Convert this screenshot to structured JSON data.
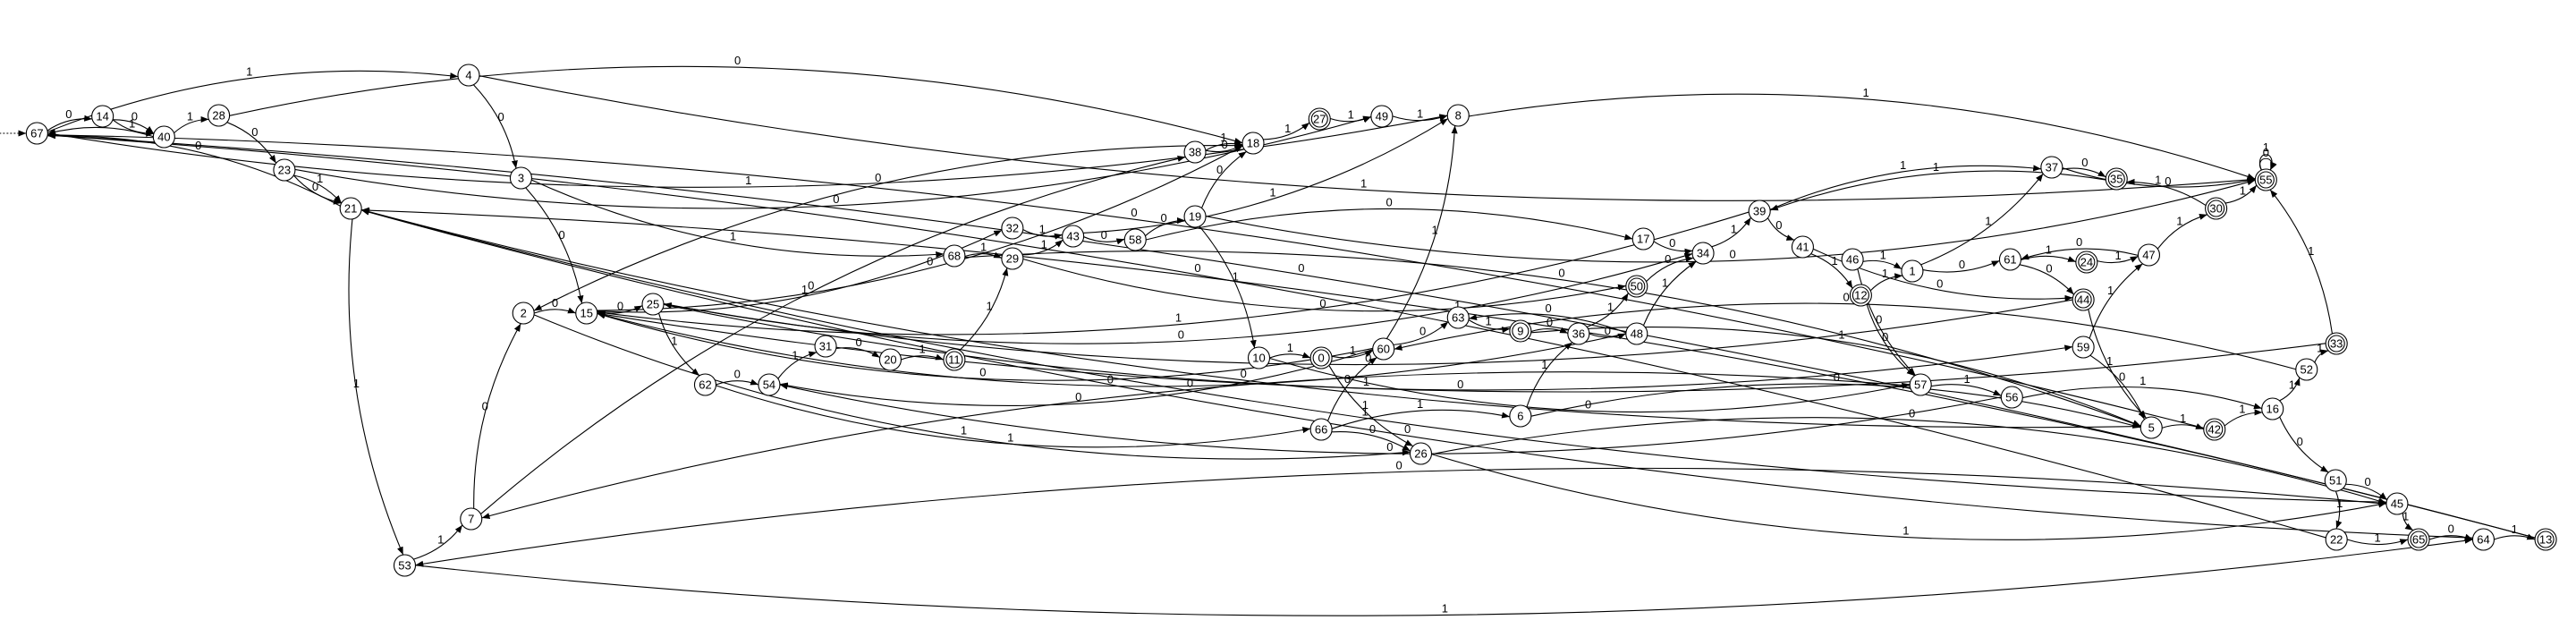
{
  "diagram": {
    "initial_state": "67",
    "accepting_states": [
      "55",
      "30",
      "35",
      "50",
      "12",
      "24",
      "44",
      "9",
      "0",
      "11",
      "27",
      "33",
      "42",
      "65",
      "13"
    ],
    "states": [
      {
        "id": "67"
      },
      {
        "id": "14"
      },
      {
        "id": "40"
      },
      {
        "id": "28"
      },
      {
        "id": "4"
      },
      {
        "id": "3"
      },
      {
        "id": "23"
      },
      {
        "id": "21"
      },
      {
        "id": "2"
      },
      {
        "id": "15"
      },
      {
        "id": "25"
      },
      {
        "id": "62"
      },
      {
        "id": "54"
      },
      {
        "id": "31"
      },
      {
        "id": "20"
      },
      {
        "id": "11"
      },
      {
        "id": "7"
      },
      {
        "id": "53"
      },
      {
        "id": "38"
      },
      {
        "id": "18"
      },
      {
        "id": "27"
      },
      {
        "id": "49"
      },
      {
        "id": "8"
      },
      {
        "id": "32"
      },
      {
        "id": "43"
      },
      {
        "id": "58"
      },
      {
        "id": "19"
      },
      {
        "id": "29"
      },
      {
        "id": "68"
      },
      {
        "id": "10"
      },
      {
        "id": "0"
      },
      {
        "id": "60"
      },
      {
        "id": "66"
      },
      {
        "id": "26"
      },
      {
        "id": "6"
      },
      {
        "id": "63"
      },
      {
        "id": "9"
      },
      {
        "id": "36"
      },
      {
        "id": "48"
      },
      {
        "id": "50"
      },
      {
        "id": "17"
      },
      {
        "id": "34"
      },
      {
        "id": "39"
      },
      {
        "id": "41"
      },
      {
        "id": "46"
      },
      {
        "id": "12"
      },
      {
        "id": "1"
      },
      {
        "id": "57"
      },
      {
        "id": "56"
      },
      {
        "id": "37"
      },
      {
        "id": "35"
      },
      {
        "id": "30"
      },
      {
        "id": "55"
      },
      {
        "id": "61"
      },
      {
        "id": "24"
      },
      {
        "id": "47"
      },
      {
        "id": "44"
      },
      {
        "id": "59"
      },
      {
        "id": "5"
      },
      {
        "id": "42"
      },
      {
        "id": "16"
      },
      {
        "id": "52"
      },
      {
        "id": "33"
      },
      {
        "id": "51"
      },
      {
        "id": "45"
      },
      {
        "id": "22"
      },
      {
        "id": "65"
      },
      {
        "id": "64"
      },
      {
        "id": "13"
      }
    ],
    "transitions": [
      {
        "from": "67",
        "to": "14",
        "label": "0"
      },
      {
        "from": "14",
        "to": "40",
        "label": "1"
      },
      {
        "from": "14",
        "to": "40",
        "label": "0"
      },
      {
        "from": "40",
        "to": "67",
        "label": "0"
      },
      {
        "from": "40",
        "to": "28",
        "label": "1"
      },
      {
        "from": "28",
        "to": "23",
        "label": "0"
      },
      {
        "from": "28",
        "to": "18",
        "label": "0"
      },
      {
        "from": "67",
        "to": "4",
        "label": "1"
      },
      {
        "from": "67",
        "to": "8",
        "label": "1"
      },
      {
        "from": "4",
        "to": "3",
        "label": "0"
      },
      {
        "from": "4",
        "to": "55",
        "label": "1"
      },
      {
        "from": "3",
        "to": "15",
        "label": "0"
      },
      {
        "from": "3",
        "to": "68",
        "label": "1"
      },
      {
        "from": "23",
        "to": "21",
        "label": "1"
      },
      {
        "from": "23",
        "to": "21",
        "label": "0"
      },
      {
        "from": "23",
        "to": "49",
        "label": "0"
      },
      {
        "from": "21",
        "to": "67",
        "label": "0"
      },
      {
        "from": "21",
        "to": "53",
        "label": "1"
      },
      {
        "from": "21",
        "to": "45",
        "label": "1"
      },
      {
        "from": "53",
        "to": "7",
        "label": "1"
      },
      {
        "from": "53",
        "to": "64",
        "label": "1"
      },
      {
        "from": "7",
        "to": "2",
        "label": "0"
      },
      {
        "from": "7",
        "to": "38",
        "label": "0"
      },
      {
        "from": "2",
        "to": "15",
        "label": "0"
      },
      {
        "from": "2",
        "to": "26",
        "label": "1"
      },
      {
        "from": "15",
        "to": "25",
        "label": "0"
      },
      {
        "from": "15",
        "to": "32",
        "label": "1"
      },
      {
        "from": "15",
        "to": "18",
        "label": "0"
      },
      {
        "from": "25",
        "to": "62",
        "label": "1"
      },
      {
        "from": "25",
        "to": "34",
        "label": "0"
      },
      {
        "from": "25",
        "to": "59",
        "label": "1"
      },
      {
        "from": "62",
        "to": "54",
        "label": "0"
      },
      {
        "from": "54",
        "to": "31",
        "label": "1"
      },
      {
        "from": "31",
        "to": "20",
        "label": "0"
      },
      {
        "from": "20",
        "to": "11",
        "label": "1"
      },
      {
        "from": "11",
        "to": "29",
        "label": "1"
      },
      {
        "from": "60",
        "to": "54",
        "label": "0"
      },
      {
        "from": "60",
        "to": "15",
        "label": "0"
      },
      {
        "from": "60",
        "to": "8",
        "label": "1"
      },
      {
        "from": "60",
        "to": "63",
        "label": "0"
      },
      {
        "from": "10",
        "to": "0",
        "label": "1"
      },
      {
        "from": "0",
        "to": "60",
        "label": "1"
      },
      {
        "from": "0",
        "to": "26",
        "label": "1"
      },
      {
        "from": "66",
        "to": "60",
        "label": "0"
      },
      {
        "from": "66",
        "to": "26",
        "label": "0"
      },
      {
        "from": "62",
        "to": "66",
        "label": "1"
      },
      {
        "from": "26",
        "to": "45",
        "label": "1"
      },
      {
        "from": "26",
        "to": "45",
        "label": "0"
      },
      {
        "from": "6",
        "to": "36",
        "label": "1"
      },
      {
        "from": "6",
        "to": "5",
        "label": "0"
      },
      {
        "from": "63",
        "to": "9",
        "label": "1"
      },
      {
        "from": "9",
        "to": "36",
        "label": "0"
      },
      {
        "from": "9",
        "to": "5",
        "label": "1"
      },
      {
        "from": "36",
        "to": "48",
        "label": "0"
      },
      {
        "from": "36",
        "to": "50",
        "label": "1"
      },
      {
        "from": "48",
        "to": "34",
        "label": "1"
      },
      {
        "from": "48",
        "to": "15",
        "label": "0"
      },
      {
        "from": "48",
        "to": "63",
        "label": "0"
      },
      {
        "from": "50",
        "to": "34",
        "label": "0"
      },
      {
        "from": "17",
        "to": "34",
        "label": "0"
      },
      {
        "from": "34",
        "to": "39",
        "label": "1"
      },
      {
        "from": "39",
        "to": "41",
        "label": "0"
      },
      {
        "from": "39",
        "to": "37",
        "label": "1"
      },
      {
        "from": "39",
        "to": "15",
        "label": "1"
      },
      {
        "from": "41",
        "to": "12",
        "label": "1"
      },
      {
        "from": "41",
        "to": "44",
        "label": "0"
      },
      {
        "from": "46",
        "to": "1",
        "label": "1"
      },
      {
        "from": "46",
        "to": "57",
        "label": "0"
      },
      {
        "from": "12",
        "to": "1",
        "label": "1"
      },
      {
        "from": "12",
        "to": "57",
        "label": "0"
      },
      {
        "from": "1",
        "to": "61",
        "label": "0"
      },
      {
        "from": "1",
        "to": "37",
        "label": "1"
      },
      {
        "from": "57",
        "to": "56",
        "label": "1"
      },
      {
        "from": "57",
        "to": "7",
        "label": "0"
      },
      {
        "from": "56",
        "to": "16",
        "label": "1"
      },
      {
        "from": "56",
        "to": "54",
        "label": "0"
      },
      {
        "from": "37",
        "to": "35",
        "label": "0"
      },
      {
        "from": "37",
        "to": "55",
        "label": "1"
      },
      {
        "from": "35",
        "to": "39",
        "label": "1"
      },
      {
        "from": "30",
        "to": "35",
        "label": "0"
      },
      {
        "from": "30",
        "to": "55",
        "label": "1"
      },
      {
        "from": "55",
        "to": "55",
        "label": "0"
      },
      {
        "from": "55",
        "to": "55",
        "label": "1"
      },
      {
        "from": "61",
        "to": "24",
        "label": "1"
      },
      {
        "from": "61",
        "to": "44",
        "label": "0"
      },
      {
        "from": "24",
        "to": "47",
        "label": "1"
      },
      {
        "from": "47",
        "to": "30",
        "label": "1"
      },
      {
        "from": "47",
        "to": "61",
        "label": "0"
      },
      {
        "from": "44",
        "to": "5",
        "label": "1"
      },
      {
        "from": "44",
        "to": "25",
        "label": "0"
      },
      {
        "from": "59",
        "to": "47",
        "label": "1"
      },
      {
        "from": "59",
        "to": "5",
        "label": "0"
      },
      {
        "from": "5",
        "to": "42",
        "label": "1"
      },
      {
        "from": "5",
        "to": "21",
        "label": "0"
      },
      {
        "from": "42",
        "to": "16",
        "label": "1"
      },
      {
        "from": "42",
        "to": "67",
        "label": "0"
      },
      {
        "from": "16",
        "to": "52",
        "label": "1"
      },
      {
        "from": "16",
        "to": "51",
        "label": "0"
      },
      {
        "from": "52",
        "to": "33",
        "label": "1"
      },
      {
        "from": "52",
        "to": "60",
        "label": "0"
      },
      {
        "from": "33",
        "to": "55",
        "label": "1"
      },
      {
        "from": "33",
        "to": "15",
        "label": "0"
      },
      {
        "from": "51",
        "to": "45",
        "label": "0"
      },
      {
        "from": "51",
        "to": "22",
        "label": "1"
      },
      {
        "from": "45",
        "to": "65",
        "label": "1"
      },
      {
        "from": "45",
        "to": "53",
        "label": "0"
      },
      {
        "from": "22",
        "to": "65",
        "label": "1"
      },
      {
        "from": "22",
        "to": "67",
        "label": "0"
      },
      {
        "from": "65",
        "to": "64",
        "label": "0"
      },
      {
        "from": "64",
        "to": "13",
        "label": "1"
      },
      {
        "from": "64",
        "to": "21",
        "label": "0"
      },
      {
        "from": "13",
        "to": "67",
        "label": "0"
      },
      {
        "from": "13",
        "to": "21",
        "label": "1"
      },
      {
        "from": "38",
        "to": "18",
        "label": "1"
      },
      {
        "from": "38",
        "to": "18",
        "label": "0"
      },
      {
        "from": "18",
        "to": "27",
        "label": "1"
      },
      {
        "from": "18",
        "to": "2",
        "label": "0"
      },
      {
        "from": "27",
        "to": "49",
        "label": "1"
      },
      {
        "from": "49",
        "to": "8",
        "label": "1"
      },
      {
        "from": "8",
        "to": "55",
        "label": "1"
      },
      {
        "from": "32",
        "to": "43",
        "label": "1"
      },
      {
        "from": "43",
        "to": "58",
        "label": "0"
      },
      {
        "from": "43",
        "to": "8",
        "label": "1"
      },
      {
        "from": "58",
        "to": "19",
        "label": "0"
      },
      {
        "from": "58",
        "to": "17",
        "label": "0"
      },
      {
        "from": "19",
        "to": "10",
        "label": "1"
      },
      {
        "from": "19",
        "to": "55",
        "label": "0"
      },
      {
        "from": "19",
        "to": "18",
        "label": "0"
      },
      {
        "from": "29",
        "to": "43",
        "label": "1"
      },
      {
        "from": "29",
        "to": "50",
        "label": "0"
      },
      {
        "from": "68",
        "to": "29",
        "label": "1"
      },
      {
        "from": "68",
        "to": "5",
        "label": "0"
      },
      {
        "from": "10",
        "to": "57",
        "label": "0"
      },
      {
        "from": "66",
        "to": "6",
        "label": "1"
      }
    ]
  }
}
